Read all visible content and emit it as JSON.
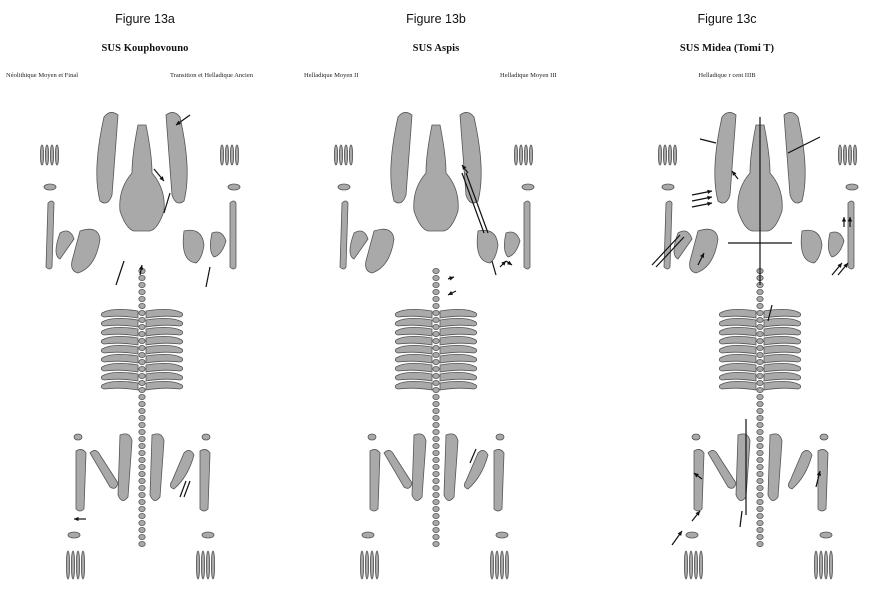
{
  "panels": [
    {
      "figure_label": "Figure 13a",
      "site": "SUS Kouphovouno",
      "periods": [
        "Néolithique Moyen et Final",
        "Transition et Helladique Ancien"
      ]
    },
    {
      "figure_label": "Figure 13b",
      "site": "SUS Aspis",
      "periods": [
        "Helladique Moyen II",
        "Helladique Moyen III"
      ]
    },
    {
      "figure_label": "Figure 13c",
      "site": "SUS Midea (Tomi T)",
      "periods": [
        "Helladique r cent IIIB"
      ]
    }
  ],
  "colors": {
    "bone_fill": "#a9a9a9",
    "bone_outline": "#555555",
    "mark": "#111111",
    "background": "#ffffff"
  }
}
